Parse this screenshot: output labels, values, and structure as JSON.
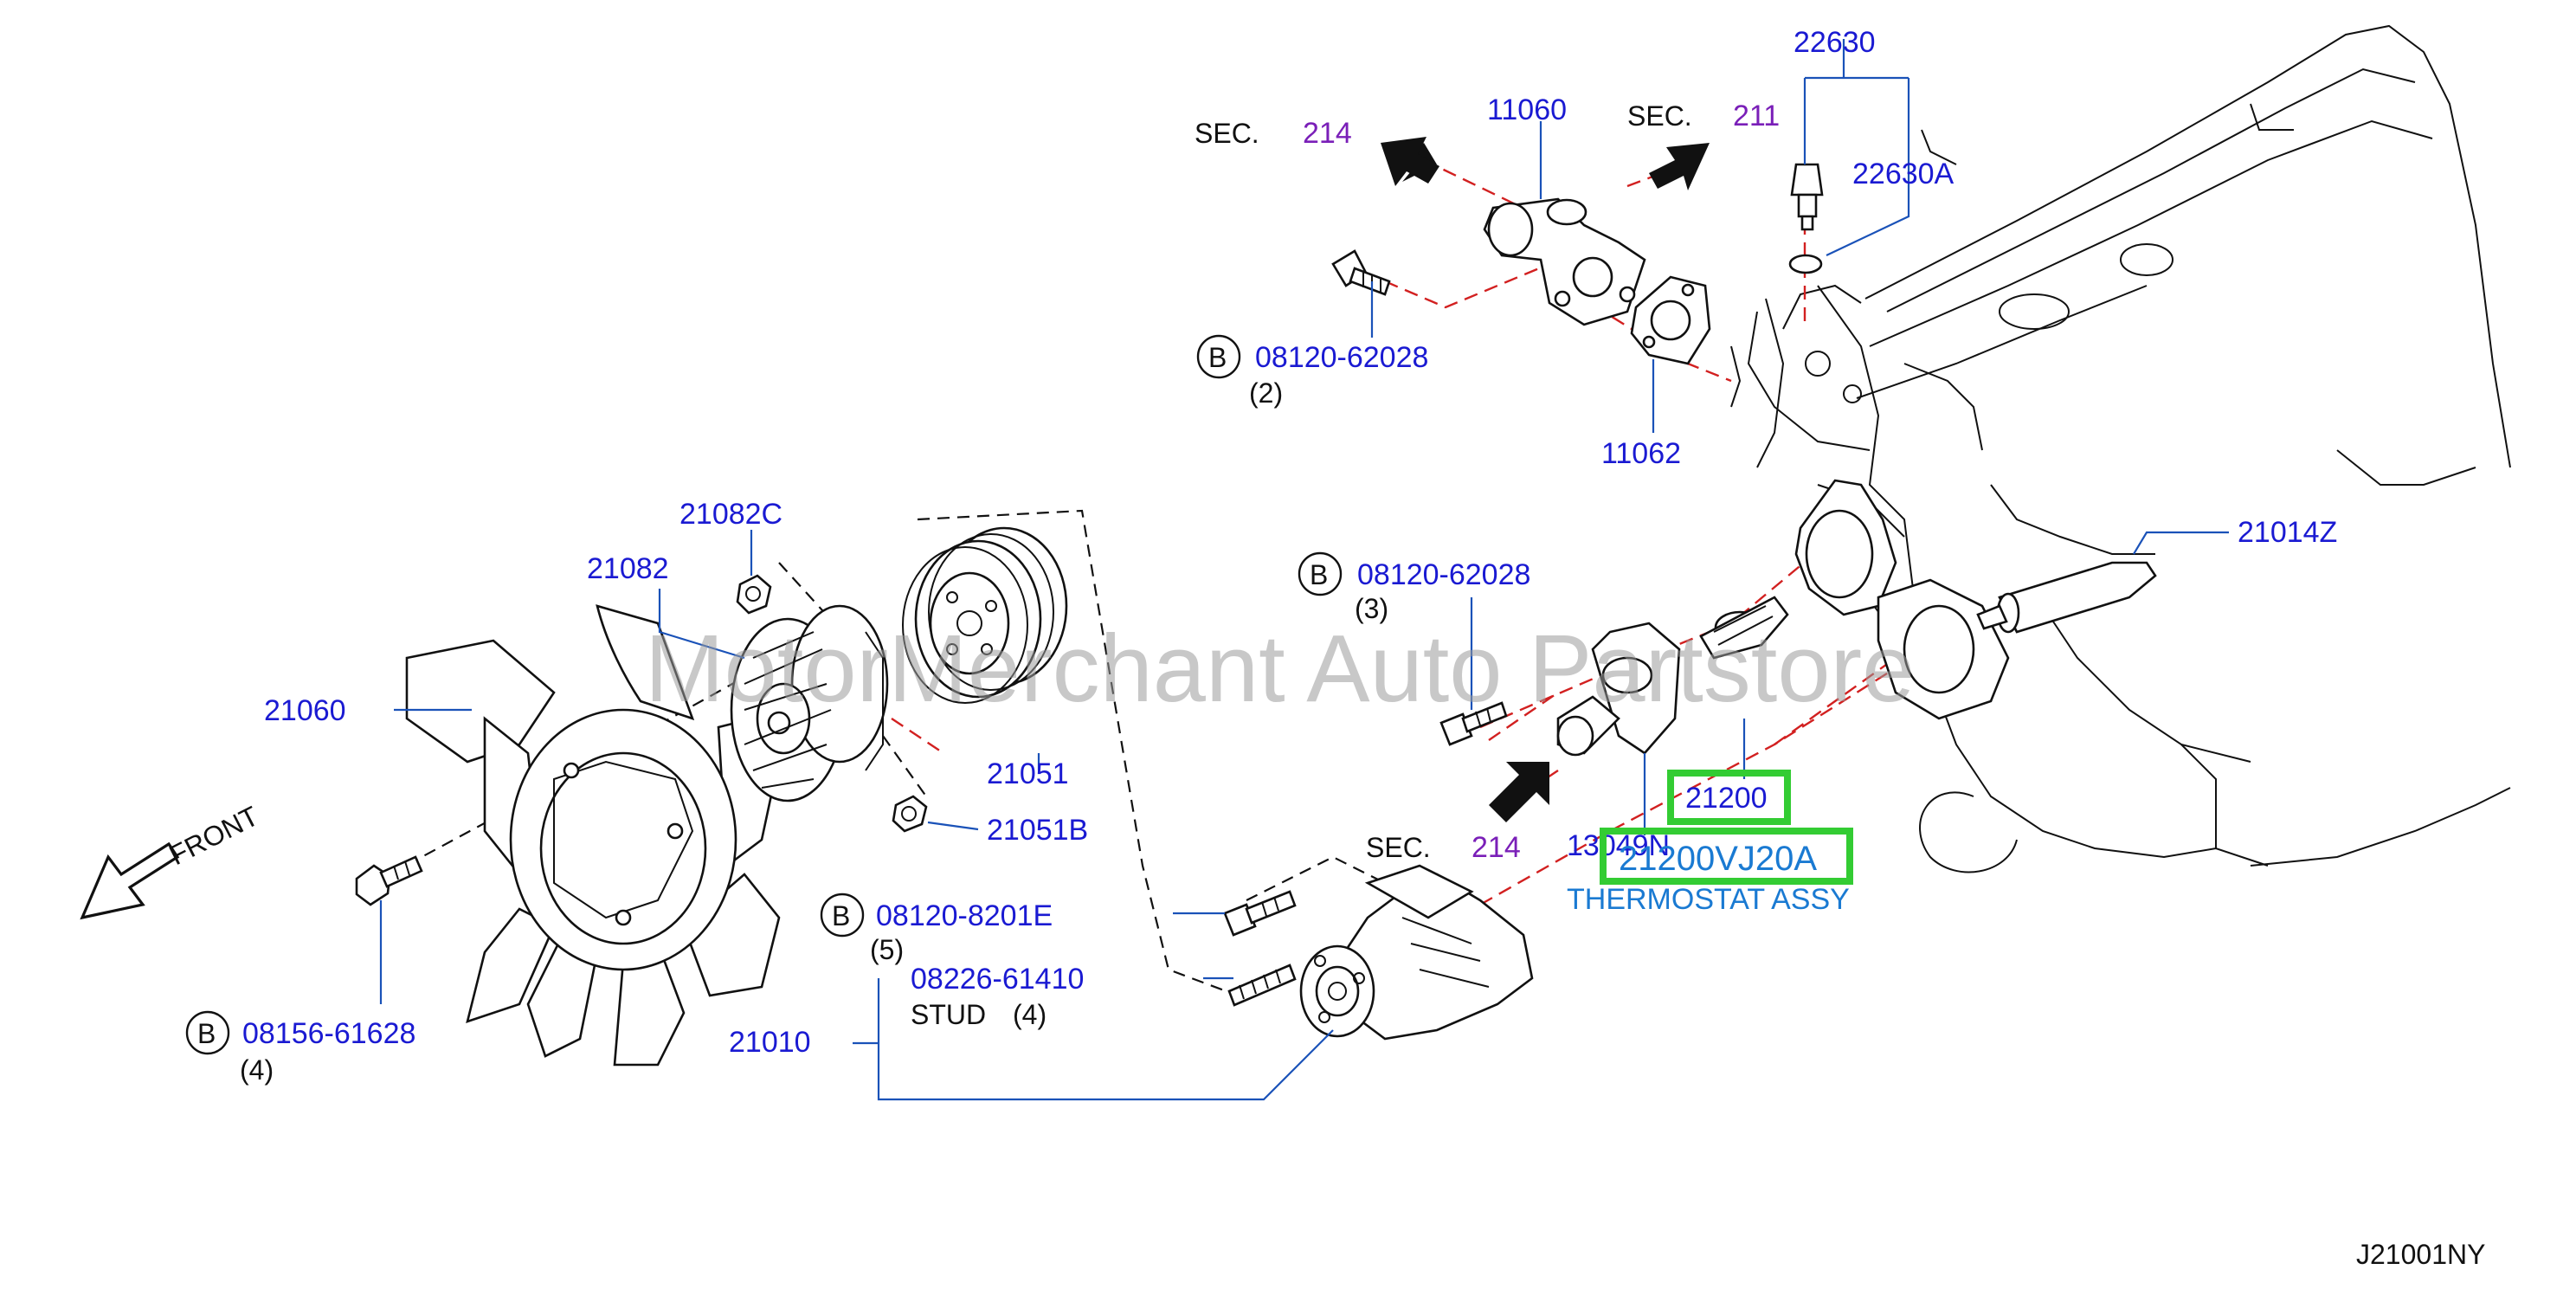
{
  "watermark": "MotorMerchant Auto Partstore",
  "diagram_code": "J21001NY",
  "front_label": "FRONT",
  "sec_prefix": "SEC.",
  "sections": [
    "214",
    "211",
    "214"
  ],
  "bolt_marker": "B",
  "parts": {
    "p22630": "22630",
    "p22630A": "22630A",
    "p11060": "11060",
    "p11062": "11062",
    "p08120_62028_a": "08120-62028",
    "qty_a": "(2)",
    "p08120_62028_b": "08120-62028",
    "qty_b": "(3)",
    "p21014Z": "21014Z",
    "p21082C": "21082C",
    "p21082": "21082",
    "p21060": "21060",
    "p21051": "21051",
    "p21051B": "21051B",
    "p21200": "21200",
    "p13049N": "13049N",
    "p08120_8201E": "08120-8201E",
    "qty_c": "(5)",
    "p08226_61410": "08226-61410",
    "stud_label": "STUD",
    "qty_stud": "(4)",
    "p08156_61628": "08156-61628",
    "qty_d": "(4)",
    "p21010": "21010"
  },
  "highlight": {
    "part_number": "21200VJ20A",
    "description": "THERMOSTAT ASSY",
    "box_color": "#33cc33",
    "text_color": "#1a7ad2"
  },
  "colors": {
    "part_number": "#1a1ad2",
    "section_number": "#7a1fb8",
    "leader": "#1a52b8",
    "dash_red": "#d22020"
  }
}
